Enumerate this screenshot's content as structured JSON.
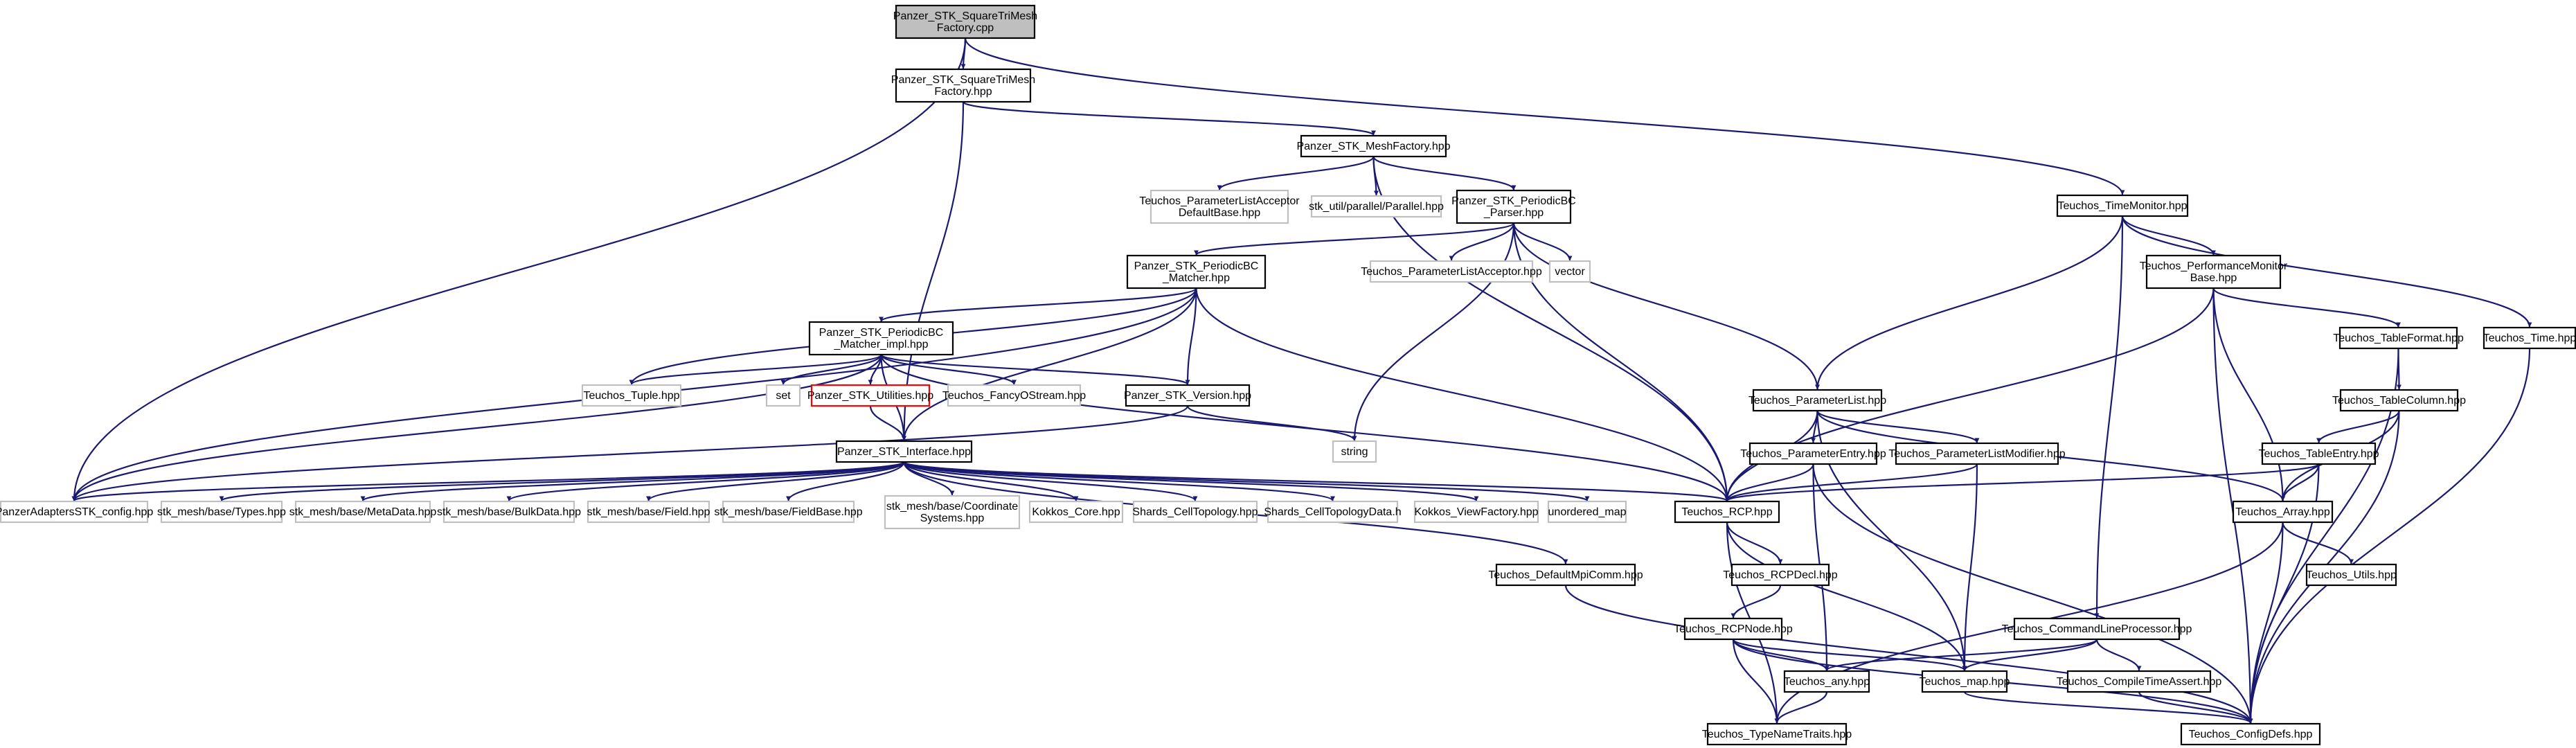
{
  "colors": {
    "edge": "#191970",
    "root_fill": "#bfbfbf",
    "node_border": "#000000",
    "external_border": "#bfbfbf",
    "broken_border": "#ff0000"
  },
  "nodes": [
    {
      "id": "root",
      "label": [
        "Panzer_STK_SquareTriMesh",
        "Factory.cpp"
      ],
      "kind": "root"
    },
    {
      "id": "sqtri_hpp",
      "label": [
        "Panzer_STK_SquareTriMesh",
        "Factory.hpp"
      ],
      "kind": "doc"
    },
    {
      "id": "meshfactory",
      "label": [
        "Panzer_STK_MeshFactory.hpp"
      ],
      "kind": "doc"
    },
    {
      "id": "timemonitor",
      "label": [
        "Teuchos_TimeMonitor.hpp"
      ],
      "kind": "doc"
    },
    {
      "id": "placcdefault",
      "label": [
        "Teuchos_ParameterListAcceptor",
        "DefaultBase.hpp"
      ],
      "kind": "ext"
    },
    {
      "id": "stkparallel",
      "label": [
        "stk_util/parallel/Parallel.hpp"
      ],
      "kind": "ext"
    },
    {
      "id": "periodicparser",
      "label": [
        "Panzer_STK_PeriodicBC",
        "_Parser.hpp"
      ],
      "kind": "doc"
    },
    {
      "id": "perfmon",
      "label": [
        "Teuchos_PerformanceMonitor",
        "Base.hpp"
      ],
      "kind": "doc"
    },
    {
      "id": "teuchostime",
      "label": [
        "Teuchos_Time.hpp"
      ],
      "kind": "doc"
    },
    {
      "id": "periodicmatcher",
      "label": [
        "Panzer_STK_PeriodicBC",
        "_Matcher.hpp"
      ],
      "kind": "doc"
    },
    {
      "id": "placceptor",
      "label": [
        "Teuchos_ParameterListAcceptor.hpp"
      ],
      "kind": "ext"
    },
    {
      "id": "vector",
      "label": [
        "vector"
      ],
      "kind": "ext"
    },
    {
      "id": "tableformat",
      "label": [
        "Teuchos_TableFormat.hpp"
      ],
      "kind": "doc"
    },
    {
      "id": "matcherimpl",
      "label": [
        "Panzer_STK_PeriodicBC",
        "_Matcher_impl.hpp"
      ],
      "kind": "doc"
    },
    {
      "id": "tuple",
      "label": [
        "Teuchos_Tuple.hpp"
      ],
      "kind": "ext"
    },
    {
      "id": "set",
      "label": [
        "set"
      ],
      "kind": "ext"
    },
    {
      "id": "utilities",
      "label": [
        "Panzer_STK_Utilities.hpp"
      ],
      "kind": "broken"
    },
    {
      "id": "fancyostream",
      "label": [
        "Teuchos_FancyOStream.hpp"
      ],
      "kind": "ext"
    },
    {
      "id": "version",
      "label": [
        "Panzer_STK_Version.hpp"
      ],
      "kind": "doc"
    },
    {
      "id": "paramlist",
      "label": [
        "Teuchos_ParameterList.hpp"
      ],
      "kind": "doc"
    },
    {
      "id": "tablecolumn",
      "label": [
        "Teuchos_TableColumn.hpp"
      ],
      "kind": "doc"
    },
    {
      "id": "string",
      "label": [
        "string"
      ],
      "kind": "ext"
    },
    {
      "id": "stkinterface",
      "label": [
        "Panzer_STK_Interface.hpp"
      ],
      "kind": "doc"
    },
    {
      "id": "paramentry",
      "label": [
        "Teuchos_ParameterEntry.hpp"
      ],
      "kind": "doc"
    },
    {
      "id": "plmodifier",
      "label": [
        "Teuchos_ParameterListModifier.hpp"
      ],
      "kind": "doc"
    },
    {
      "id": "tableentry",
      "label": [
        "Teuchos_TableEntry.hpp"
      ],
      "kind": "doc"
    },
    {
      "id": "stkconfig",
      "label": [
        "PanzerAdaptersSTK_config.hpp"
      ],
      "kind": "ext"
    },
    {
      "id": "types",
      "label": [
        "stk_mesh/base/Types.hpp"
      ],
      "kind": "ext"
    },
    {
      "id": "metadata",
      "label": [
        "stk_mesh/base/MetaData.hpp"
      ],
      "kind": "ext"
    },
    {
      "id": "bulkdata",
      "label": [
        "stk_mesh/base/BulkData.hpp"
      ],
      "kind": "ext"
    },
    {
      "id": "field",
      "label": [
        "stk_mesh/base/Field.hpp"
      ],
      "kind": "ext"
    },
    {
      "id": "fieldbase",
      "label": [
        "stk_mesh/base/FieldBase.hpp"
      ],
      "kind": "ext"
    },
    {
      "id": "coordsys",
      "label": [
        "stk_mesh/base/Coordinate",
        "Systems.hpp"
      ],
      "kind": "ext"
    },
    {
      "id": "kokkoscore",
      "label": [
        "Kokkos_Core.hpp"
      ],
      "kind": "ext"
    },
    {
      "id": "cellhpp",
      "label": [
        "Shards_CellTopology.hpp"
      ],
      "kind": "ext"
    },
    {
      "id": "celldata",
      "label": [
        "Shards_CellTopologyData.h"
      ],
      "kind": "ext"
    },
    {
      "id": "viewfactory",
      "label": [
        "Kokkos_ViewFactory.hpp"
      ],
      "kind": "ext"
    },
    {
      "id": "unordered",
      "label": [
        "unordered_map"
      ],
      "kind": "ext"
    },
    {
      "id": "rcp",
      "label": [
        "Teuchos_RCP.hpp"
      ],
      "kind": "doc"
    },
    {
      "id": "array",
      "label": [
        "Teuchos_Array.hpp"
      ],
      "kind": "doc"
    },
    {
      "id": "mpicomm",
      "label": [
        "Teuchos_DefaultMpiComm.hpp"
      ],
      "kind": "doc"
    },
    {
      "id": "rcpdecl",
      "label": [
        "Teuchos_RCPDecl.hpp"
      ],
      "kind": "doc"
    },
    {
      "id": "utils",
      "label": [
        "Teuchos_Utils.hpp"
      ],
      "kind": "doc"
    },
    {
      "id": "cmdline",
      "label": [
        "Teuchos_CommandLineProcessor.hpp"
      ],
      "kind": "doc"
    },
    {
      "id": "rcpnode",
      "label": [
        "Teuchos_RCPNode.hpp"
      ],
      "kind": "doc"
    },
    {
      "id": "any",
      "label": [
        "Teuchos_any.hpp"
      ],
      "kind": "doc"
    },
    {
      "id": "map",
      "label": [
        "Teuchos_map.hpp"
      ],
      "kind": "doc"
    },
    {
      "id": "compiletime",
      "label": [
        "Teuchos_CompileTimeAssert.hpp"
      ],
      "kind": "doc"
    },
    {
      "id": "typename",
      "label": [
        "Teuchos_TypeNameTraits.hpp"
      ],
      "kind": "doc"
    },
    {
      "id": "configdefs",
      "label": [
        "Teuchos_ConfigDefs.hpp"
      ],
      "kind": "doc"
    }
  ],
  "edges": [
    [
      "root",
      "sqtri_hpp"
    ],
    [
      "root",
      "timemonitor"
    ],
    [
      "root",
      "stkconfig"
    ],
    [
      "sqtri_hpp",
      "meshfactory"
    ],
    [
      "sqtri_hpp",
      "stkinterface"
    ],
    [
      "meshfactory",
      "placcdefault"
    ],
    [
      "meshfactory",
      "stkparallel"
    ],
    [
      "meshfactory",
      "periodicparser"
    ],
    [
      "meshfactory",
      "rcp"
    ],
    [
      "timemonitor",
      "perfmon"
    ],
    [
      "timemonitor",
      "teuchostime"
    ],
    [
      "timemonitor",
      "paramlist"
    ],
    [
      "timemonitor",
      "cmdline"
    ],
    [
      "periodicparser",
      "periodicmatcher"
    ],
    [
      "periodicparser",
      "placceptor"
    ],
    [
      "periodicparser",
      "vector"
    ],
    [
      "periodicparser",
      "paramlist"
    ],
    [
      "periodicparser",
      "string"
    ],
    [
      "periodicparser",
      "rcp"
    ],
    [
      "perfmon",
      "tableformat"
    ],
    [
      "perfmon",
      "rcp"
    ],
    [
      "perfmon",
      "array"
    ],
    [
      "perfmon",
      "configdefs"
    ],
    [
      "teuchostime",
      "configdefs"
    ],
    [
      "periodicmatcher",
      "matcherimpl"
    ],
    [
      "periodicmatcher",
      "tuple"
    ],
    [
      "periodicmatcher",
      "version"
    ],
    [
      "periodicmatcher",
      "stkinterface"
    ],
    [
      "periodicmatcher",
      "stkconfig"
    ],
    [
      "periodicmatcher",
      "rcp"
    ],
    [
      "tableformat",
      "tablecolumn"
    ],
    [
      "tableformat",
      "configdefs"
    ],
    [
      "matcherimpl",
      "tuple"
    ],
    [
      "matcherimpl",
      "set"
    ],
    [
      "matcherimpl",
      "utilities"
    ],
    [
      "matcherimpl",
      "fancyostream"
    ],
    [
      "matcherimpl",
      "version"
    ],
    [
      "matcherimpl",
      "stkinterface"
    ],
    [
      "matcherimpl",
      "stkconfig"
    ],
    [
      "matcherimpl",
      "rcp"
    ],
    [
      "utilities",
      "stkinterface"
    ],
    [
      "version",
      "string"
    ],
    [
      "version",
      "stkconfig"
    ],
    [
      "paramlist",
      "paramentry"
    ],
    [
      "paramlist",
      "plmodifier"
    ],
    [
      "paramlist",
      "rcp"
    ],
    [
      "paramlist",
      "array"
    ],
    [
      "paramlist",
      "map"
    ],
    [
      "tablecolumn",
      "tableentry"
    ],
    [
      "tablecolumn",
      "array"
    ],
    [
      "tablecolumn",
      "configdefs"
    ],
    [
      "stkinterface",
      "stkconfig"
    ],
    [
      "stkinterface",
      "types"
    ],
    [
      "stkinterface",
      "metadata"
    ],
    [
      "stkinterface",
      "bulkdata"
    ],
    [
      "stkinterface",
      "field"
    ],
    [
      "stkinterface",
      "fieldbase"
    ],
    [
      "stkinterface",
      "coordsys"
    ],
    [
      "stkinterface",
      "kokkoscore"
    ],
    [
      "stkinterface",
      "cellhpp"
    ],
    [
      "stkinterface",
      "celldata"
    ],
    [
      "stkinterface",
      "viewfactory"
    ],
    [
      "stkinterface",
      "unordered"
    ],
    [
      "stkinterface",
      "rcp"
    ],
    [
      "stkinterface",
      "mpicomm"
    ],
    [
      "paramentry",
      "rcp"
    ],
    [
      "paramentry",
      "any"
    ],
    [
      "paramentry",
      "configdefs"
    ],
    [
      "plmodifier",
      "rcp"
    ],
    [
      "plmodifier",
      "map"
    ],
    [
      "tableentry",
      "rcp"
    ],
    [
      "tableentry",
      "array"
    ],
    [
      "tableentry",
      "configdefs"
    ],
    [
      "rcp",
      "rcpdecl"
    ],
    [
      "rcp",
      "map"
    ],
    [
      "rcp",
      "typename"
    ],
    [
      "array",
      "utils"
    ],
    [
      "array",
      "typename"
    ],
    [
      "array",
      "configdefs"
    ],
    [
      "mpicomm",
      "configdefs"
    ],
    [
      "rcpdecl",
      "rcpnode"
    ],
    [
      "cmdline",
      "any"
    ],
    [
      "cmdline",
      "map"
    ],
    [
      "cmdline",
      "compiletime"
    ],
    [
      "rcpnode",
      "any"
    ],
    [
      "rcpnode",
      "map"
    ],
    [
      "rcpnode",
      "typename"
    ],
    [
      "rcpnode",
      "configdefs"
    ],
    [
      "any",
      "typename"
    ],
    [
      "map",
      "configdefs"
    ],
    [
      "compiletime",
      "configdefs"
    ]
  ]
}
